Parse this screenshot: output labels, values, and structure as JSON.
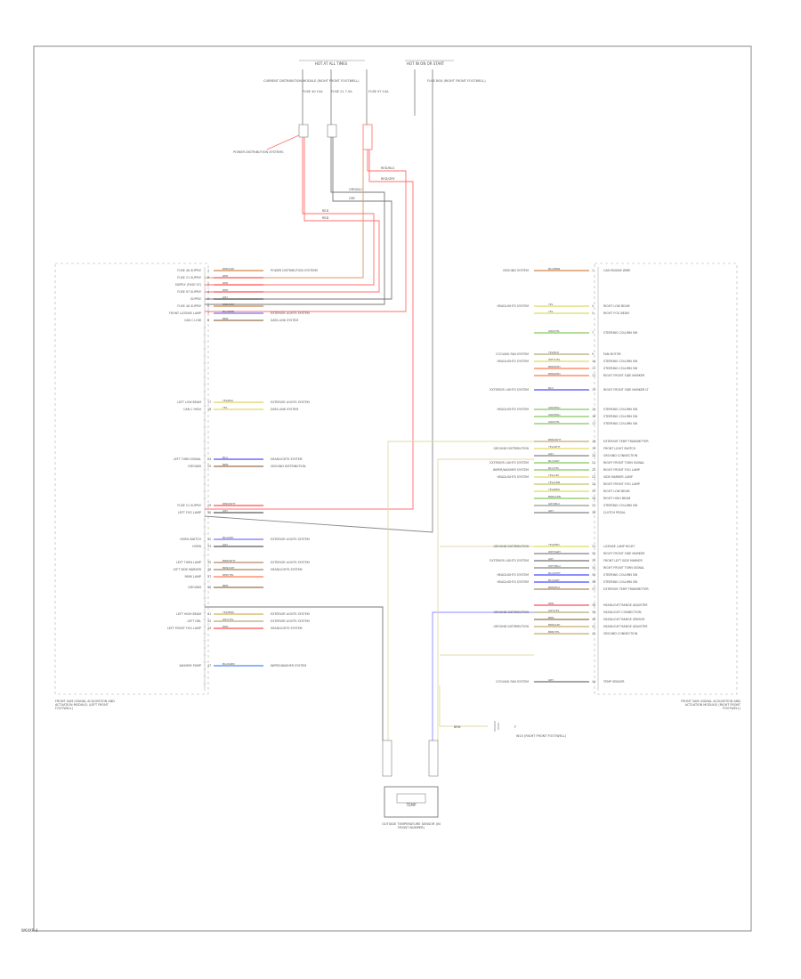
{
  "diagram": {
    "page_number": "W64XR-4",
    "top": {
      "hot_at_all_times": "HOT AT ALL TIMES",
      "hot_in_on_or_start": "HOT IN ON OR START",
      "left_fuse_block": "CURRENT DISTRIBUTION MODULE (RIGHT FRONT FOOTWELL)",
      "fuses": [
        {
          "label": "FUSE 40 10A"
        },
        {
          "label": "FUSE 21 7.5A"
        },
        {
          "label": "FUSE 97 10A"
        }
      ],
      "right_fuse_block": "FUSE BOX (RIGHT FRONT FOOTWELL)",
      "power_dist": "POWER DISTRIBUTION SYSTEMS",
      "wire_labels": [
        "RED/BLU",
        "RED/GRY",
        "GRY/BLU",
        "GRY",
        "RED",
        "RED"
      ]
    },
    "left_module": {
      "title": "FRONT SAM (SIGNAL ACQUISITION AND ACTUATION MODULE) (LEFT FRONT FOOTWELL)",
      "pins": [
        {
          "n": "1",
          "label": "FUSE 40 SUPPLY",
          "wire": "RED/GRY",
          "color": "#d99a66",
          "dest": "POWER DISTRIBUTION SYSTEMS"
        },
        {
          "n": "2",
          "label": "FUSE 21 SUPPLY",
          "wire": "RED",
          "color": "#ff6d6d",
          "dest": ""
        },
        {
          "n": "3",
          "label": "SUPPLY (FUSE 97)",
          "wire": "RED",
          "color": "#ff6d6d",
          "dest": ""
        },
        {
          "n": "4",
          "label": "FUSE 97 SUPPLY",
          "wire": "RED",
          "color": "#ff6d6d",
          "dest": ""
        },
        {
          "n": "5",
          "label": "SUPPLY",
          "wire": "GRY",
          "color": "#666666",
          "dest": ""
        },
        {
          "n": "6",
          "label": "FUSE 40 SUPPLY",
          "wire": "RED/GRY",
          "color": "#d99a66",
          "dest": ""
        },
        {
          "n": "7",
          "label": "FRONT LICENSE LAMP",
          "wire": "BLU/BRN",
          "color": "#8a8aff",
          "dest": "EXTERIOR LIGHTS SYSTEM"
        },
        {
          "n": "8",
          "label": "CAN C LOW",
          "wire": "BRN",
          "color": "#aa8866",
          "dest": "DATA LINK SYSTEM"
        },
        {
          "n": "17",
          "label": "LEFT LOW BEAM",
          "wire": "YEL/BLK",
          "color": "#e5dc79",
          "dest": "EXTERIOR LIGHTS SYSTEM"
        },
        {
          "n": "18",
          "label": "CAN C HIGH",
          "wire": "YEL",
          "color": "#e6e07a",
          "dest": "DATA LINK SYSTEM"
        },
        {
          "n": "24",
          "label": "LEFT TURN SIGNAL",
          "wire": "BLU",
          "color": "#6a6aff",
          "dest": "HEADLIGHTS SYSTEM"
        },
        {
          "n": "25",
          "label": "GROUND",
          "wire": "BRN",
          "color": "#aa8866",
          "dest": "GROUND DISTRIBUTION"
        },
        {
          "n": "29",
          "label": "FUSE 21 SUPPLY",
          "wire": "RED/WHT",
          "color": "#ff6d6d",
          "dest": ""
        },
        {
          "n": "30",
          "label": "LEFT FOG LAMP",
          "wire": "GRY",
          "color": "#777777",
          "dest": ""
        },
        {
          "n": "32",
          "label": "HORN SWITCH",
          "wire": "BLU/GRY",
          "color": "#8a8aff",
          "dest": "EXTERIOR LIGHTS SYSTEM"
        },
        {
          "n": "33",
          "label": "HORN",
          "wire": "GRY",
          "color": "#777777",
          "dest": ""
        },
        {
          "n": "35",
          "label": "LEFT TURN LAMP",
          "wire": "BRN/WHT",
          "color": "#c29a84",
          "dest": "EXTERIOR LIGHTS SYSTEM"
        },
        {
          "n": "36",
          "label": "LEFT SIDE MARKER",
          "wire": "BRN/GRY",
          "color": "#b89a76",
          "dest": "HEADLIGHTS SYSTEM"
        },
        {
          "n": "37",
          "label": "PARK LAMP",
          "wire": "RED/YEL",
          "color": "#ff8e6e",
          "dest": ""
        },
        {
          "n": "40",
          "label": "GROUND",
          "wire": "BRN",
          "color": "#aa8866",
          "dest": ""
        },
        {
          "n": "41",
          "label": "LEFT HIGH BEAM",
          "wire": "YEL/BRN",
          "color": "#d8c070",
          "dest": "EXTERIOR LIGHTS SYSTEM"
        },
        {
          "n": "42",
          "label": "LEFT DRL",
          "wire": "GRY/YEL",
          "color": "#c0b890",
          "dest": "EXTERIOR LIGHTS SYSTEM"
        },
        {
          "n": "43",
          "label": "LEFT FRONT FOG LAMP",
          "wire": "RED",
          "color": "#ff6d6d",
          "dest": "HEADLIGHTS SYSTEM"
        },
        {
          "n": "47",
          "label": "WASHER PUMP",
          "wire": "BLU/GRN",
          "color": "#6a9aff",
          "dest": "WIPER/WASHER SYSTEM"
        }
      ]
    },
    "right_module": {
      "title": "FRONT SAM (SIGNAL ACQUISITION AND ACTUATION MODULE) (RIGHT FRONT FOOTWELL)",
      "pins": [
        {
          "n": "1",
          "label": "GROUND SYSTEM",
          "wire": "BLU/BRN",
          "color": "#d99a66",
          "dest": "CAN ENGINE WIRE"
        },
        {
          "n": "4",
          "label": "HEADLIGHTS SYSTEM",
          "wire": "YEL",
          "color": "#e6e07a",
          "dest": "RIGHT LOW BEAM"
        },
        {
          "n": "5",
          "label": "",
          "wire": "YEL",
          "color": "#e6e07a",
          "dest": "RIGHT FOG BEAM"
        },
        {
          "n": "7",
          "label": "",
          "wire": "GRN/YEL",
          "color": "#9ad07a",
          "dest": "STEERING COLUMN SW"
        },
        {
          "n": "9",
          "label": "COOLING FAN SYSTEM",
          "wire": "YEL/BLU",
          "color": "#c0b890",
          "dest": "FAN MOTOR"
        },
        {
          "n": "10",
          "label": "HEADLIGHTS SYSTEM",
          "wire": "WHT/YEL",
          "color": "#e6e07a",
          "dest": "STEERING COLUMN SW"
        },
        {
          "n": "11",
          "label": "",
          "wire": "BRN/RED",
          "color": "#ff8e6e",
          "dest": "STEERING COLUMN SW"
        },
        {
          "n": "12",
          "label": "",
          "wire": "BRN/RED",
          "color": "#ff8e6e",
          "dest": "RIGHT FRONT SIDE MARKER"
        },
        {
          "n": "13",
          "label": "EXTERIOR LIGHTS SYSTEM",
          "wire": "BLU",
          "color": "#6a6aff",
          "dest": "RIGHT FRONT SIDE MARKER LT"
        },
        {
          "n": "15",
          "label": "HEADLIGHTS SYSTEM",
          "wire": "GRN/BLU",
          "color": "#9ad07a",
          "dest": "STEERING COLUMN SW"
        },
        {
          "n": "16",
          "label": "",
          "wire": "GRN/BLU",
          "color": "#9ad07a",
          "dest": "STEERING COLUMN SW"
        },
        {
          "n": "17",
          "label": "",
          "wire": "GRN/YEL",
          "color": "#9ad07a",
          "dest": "STEERING COLUMN SW"
        },
        {
          "n": "18",
          "label": "",
          "wire": "BRN/WHT",
          "color": "#d0b880",
          "dest": "EXTERIOR TEMP TRANSMITTER"
        },
        {
          "n": "19",
          "label": "GROUND DISTRIBUTION",
          "wire": "YEL/WHT",
          "color": "#e6e07a",
          "dest": "FRONT LIGHT SWITCH"
        },
        {
          "n": "20",
          "label": "",
          "wire": "GRY",
          "color": "#999999",
          "dest": "GROUND CONNECTION"
        },
        {
          "n": "21",
          "label": "EXTERIOR LIGHTS SYSTEM",
          "wire": "BLU/GRY",
          "color": "#9ad07a",
          "dest": "RIGHT FRONT TURN SIGNAL"
        },
        {
          "n": "22",
          "label": "WIPER/WASHER SYSTEM",
          "wire": "BLU/YEL",
          "color": "#9ad07a",
          "dest": "RIGHT FRONT FOG LAMP"
        },
        {
          "n": "23",
          "label": "HEADLIGHTS SYSTEM",
          "wire": "YEL/GRY",
          "color": "#e6e07a",
          "dest": "SIDE MARKER LAMP"
        },
        {
          "n": "24",
          "label": "",
          "wire": "YEL/GRN",
          "color": "#c8d080",
          "dest": "RIGHT FRONT FOG LAMP"
        },
        {
          "n": "25",
          "label": "",
          "wire": "YEL/BRN",
          "color": "#e6e07a",
          "dest": "RIGHT LOW BEAM"
        },
        {
          "n": "26",
          "label": "",
          "wire": "BRN/GRN",
          "color": "#9ad07a",
          "dest": "RIGHT HIGH BEAM"
        },
        {
          "n": "27",
          "label": "",
          "wire": "GRY/BLU",
          "color": "#aaaaaa",
          "dest": "STEERING COLUMN SW"
        },
        {
          "n": "30",
          "label": "",
          "wire": "GRY",
          "color": "#999999",
          "dest": "CLUTCH PEDAL"
        },
        {
          "n": "31",
          "label": "GROUND DISTRIBUTION",
          "wire": "YEL/RED",
          "color": "#e6e07a",
          "dest": "LICENSE LAMP RIGHT"
        },
        {
          "n": "32",
          "label": "",
          "wire": "WHT/GRY",
          "color": "#999999",
          "dest": "RIGHT FRONT SIDE MARKER"
        },
        {
          "n": "33",
          "label": "EXTERIOR LIGHTS SYSTEM",
          "wire": "GRY",
          "color": "#888888",
          "dest": "FRONT LEFT SIDE MARKER"
        },
        {
          "n": "34",
          "label": "",
          "wire": "WHT/BLU",
          "color": "#999999",
          "dest": "RIGHT FRONT TURN SIGNAL"
        },
        {
          "n": "35",
          "label": "HEADLIGHTS SYSTEM",
          "wire": "BLU/WHT",
          "color": "#6a6aff",
          "dest": "STEERING COLUMN SW"
        },
        {
          "n": "36",
          "label": "HEADLIGHTS SYSTEM",
          "wire": "BLU/GRY",
          "color": "#6a6aff",
          "dest": "STEERING COLUMN SW"
        },
        {
          "n": "37",
          "label": "",
          "wire": "BRN/BLU",
          "color": "#c29a84",
          "dest": "EXTERIOR TEMP TRANSMITTER"
        },
        {
          "n": "38",
          "label": "",
          "wire": "RED",
          "color": "#ff6d6d",
          "dest": "HEADLIGHT RANGE ADJUSTER"
        },
        {
          "n": "39",
          "label": "GROUND DISTRIBUTION",
          "wire": "GRY/YEL",
          "color": "#c0b890",
          "dest": "HEADLIGHT CONNECTION"
        },
        {
          "n": "40",
          "label": "",
          "wire": "BRN",
          "color": "#aa8866",
          "dest": "HEADLIGHT RANGE SENSOR"
        },
        {
          "n": "41",
          "label": "GROUND DISTRIBUTION",
          "wire": "BRN/GRY",
          "color": "#d0b880",
          "dest": "HEADLIGHT RANGE ADJUSTER"
        },
        {
          "n": "42",
          "label": "",
          "wire": "BRN/YEL",
          "color": "#d0b880",
          "dest": "GROUND CONNECTION"
        },
        {
          "n": "44",
          "label": "COOLING FAN SYSTEM",
          "wire": "GRY",
          "color": "#888888",
          "dest": "TEMP SENSOR"
        }
      ]
    },
    "fuse_e": {
      "wire": "BRN",
      "label": "W15 (RIGHT FRONT FOOTWELL)",
      "n": "F"
    },
    "sensor": {
      "title": "OUTSIDE TEMPERATURE SENSOR (IN FRONT BUMPER)",
      "label": "TEMP"
    }
  }
}
